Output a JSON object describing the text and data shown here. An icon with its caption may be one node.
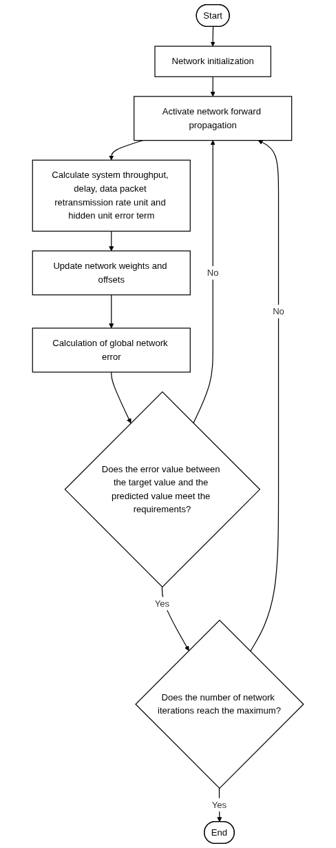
{
  "diagram": {
    "nodes": [
      {
        "text": [
          "Start"
        ]
      },
      {
        "text": [
          "Network initialization"
        ]
      },
      {
        "text": [
          "Activate network forward propagation"
        ]
      },
      {
        "text": [
          "Calculate system throughput, delay, data packet retransmission rate unit and hidden unit error term"
        ]
      },
      {
        "text": [
          "Update network weights and offsets"
        ]
      },
      {
        "text": [
          "Calculation of global network error"
        ]
      },
      {
        "text": [
          "Does the error value between the target value and the predicted value meet the requirements?"
        ]
      },
      {
        "text": [
          "Does the number of network iterations reach the maximum?"
        ]
      },
      {
        "text": [
          "End"
        ]
      }
    ],
    "edges": [
      {
        "from": 0,
        "to": 1,
        "arrow": "to"
      },
      {
        "from": 1,
        "to": 2,
        "arrow": "to"
      },
      {
        "from": 2,
        "to": 3,
        "arrow": "to"
      },
      {
        "from": 3,
        "to": 4,
        "arrow": "to"
      },
      {
        "from": 4,
        "to": 5,
        "arrow": "to"
      },
      {
        "from": 5,
        "to": 6,
        "arrow": "to"
      },
      {
        "from": 6,
        "to": 7,
        "label": "Yes",
        "arrow": "to"
      },
      {
        "from": 6,
        "to": 2,
        "label": "No",
        "arrow": "to"
      },
      {
        "from": 7,
        "to": 8,
        "label": "Yes",
        "arrow": "to"
      },
      {
        "from": 7,
        "to": 2,
        "label": "No",
        "arrow": "to"
      }
    ]
  }
}
